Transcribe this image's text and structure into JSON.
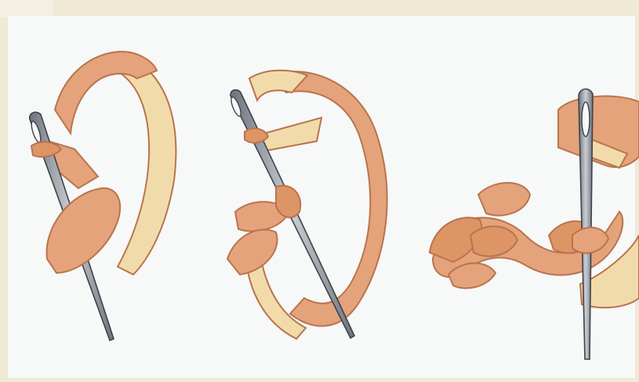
{
  "image": {
    "subject": "ribbon-stitch-illustration",
    "panels": [
      {
        "id": "step-1",
        "icon": "needle-with-ribbon-icon"
      },
      {
        "id": "step-2",
        "icon": "needle-wrapping-ribbon-icon"
      },
      {
        "id": "step-3",
        "icon": "needle-finished-stitch-icon"
      }
    ],
    "colors": {
      "background": "#efe9d6",
      "paper": "#f7f8f8",
      "ribbon_outer": "#e4a37a",
      "ribbon_inner": "#f1dbab",
      "ribbon_outline": "#b9744d",
      "needle": "#9aa0a8",
      "needle_outline": "#3f4248"
    }
  }
}
